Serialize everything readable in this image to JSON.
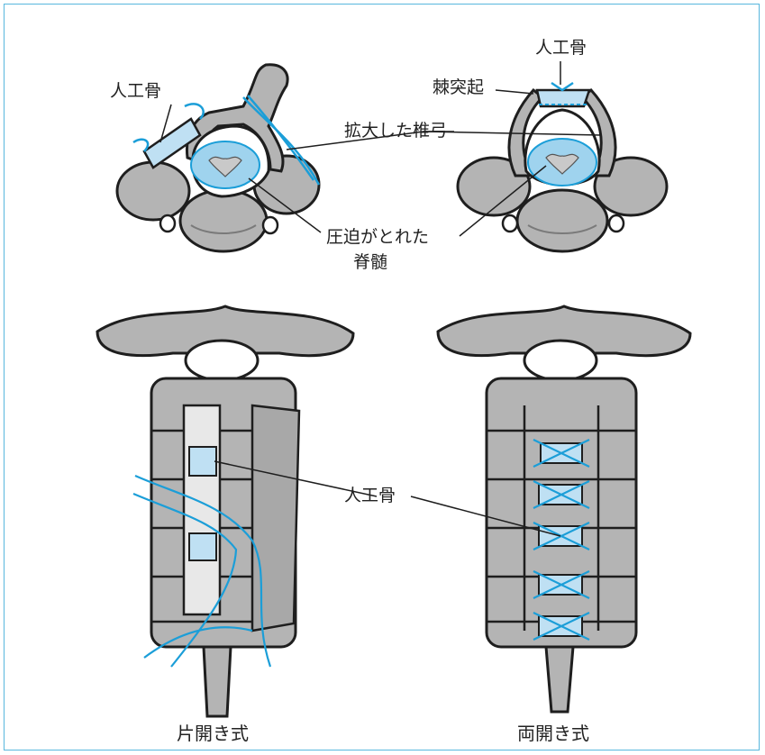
{
  "colors": {
    "frame": "#58b7dd",
    "bone": "#b4b4b4",
    "bone_dark": "#8c8c8c",
    "outline": "#1e1e1e",
    "graft": "#bfe0f3",
    "suture": "#1b9ed8",
    "cord": "#9fd3ee"
  },
  "labels": {
    "graft_top_left": "人工骨",
    "graft_top_right": "人工骨",
    "spinous_process": "棘突起",
    "enlarged_lamina": "拡大した椎弓",
    "decompressed_cord_line1": "圧迫がとれた",
    "decompressed_cord_line2": "脊髄",
    "graft_center": "人工骨"
  },
  "captions": {
    "left": "片開き式",
    "right": "両開き式"
  }
}
